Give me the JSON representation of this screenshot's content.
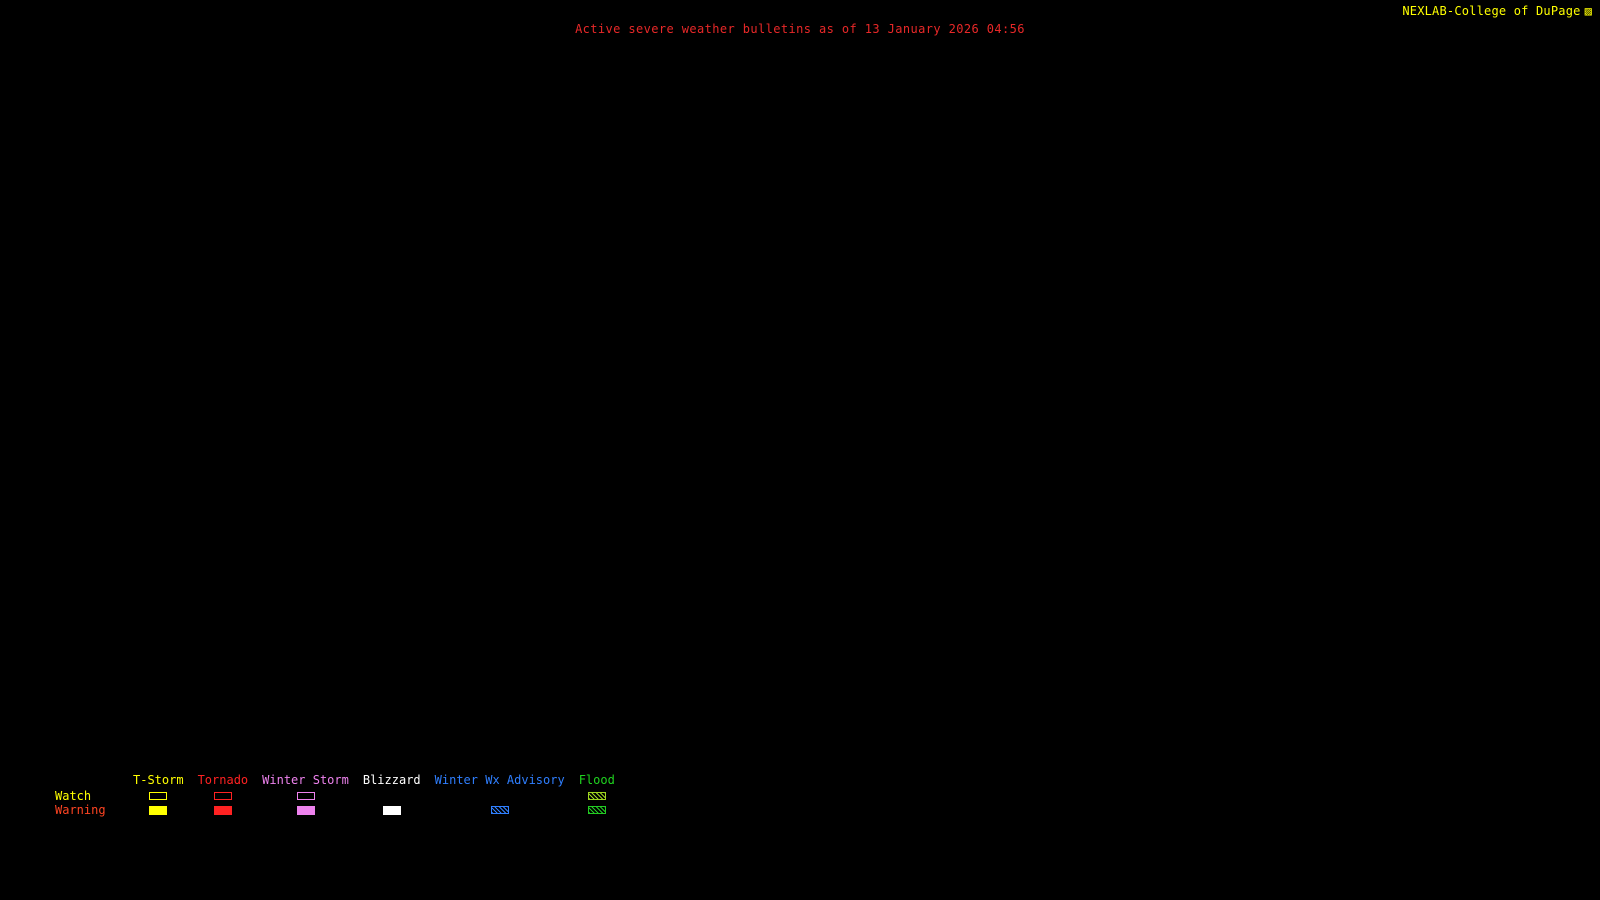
{
  "page": {
    "background": "#000000"
  },
  "header": {
    "title": "Active severe weather bulletins as of 13 January 2026 04:56",
    "title_color": "#e82828",
    "brand": "NEXLAB-College of DuPage",
    "brand_glyph": "▨",
    "brand_color": "#ffff00"
  },
  "legend": {
    "row_labels": [
      {
        "label": "Watch",
        "color": "#ffff00"
      },
      {
        "label": "Warning",
        "color": "#ff4422"
      }
    ],
    "columns": [
      {
        "label": "T-Storm",
        "color": "#ffff00",
        "watch": "outline",
        "warning": "filled",
        "watch_color": "#ffff00",
        "warning_color": "#ffff00"
      },
      {
        "label": "Tornado",
        "color": "#ff2222",
        "watch": "outline",
        "warning": "filled",
        "watch_color": "#ff2222",
        "warning_color": "#ff2222"
      },
      {
        "label": "Winter Storm",
        "color": "#ee82ee",
        "watch": "outline",
        "warning": "filled",
        "watch_color": "#ee82ee",
        "warning_color": "#ee82ee"
      },
      {
        "label": "Blizzard",
        "color": "#ffffff",
        "watch": "none",
        "warning": "filled",
        "watch_color": "#ffffff",
        "warning_color": "#ffffff"
      },
      {
        "label": "Winter Wx Advisory",
        "color": "#2f7fff",
        "watch": "none",
        "warning": "hatch",
        "watch_color": "#2f7fff",
        "warning_color": "#2f7fff"
      },
      {
        "label": "Flood",
        "color": "#1fd41f",
        "watch": "hatch",
        "warning": "hatch",
        "watch_color": "#9fd620",
        "warning_color": "#22cc22"
      }
    ]
  }
}
